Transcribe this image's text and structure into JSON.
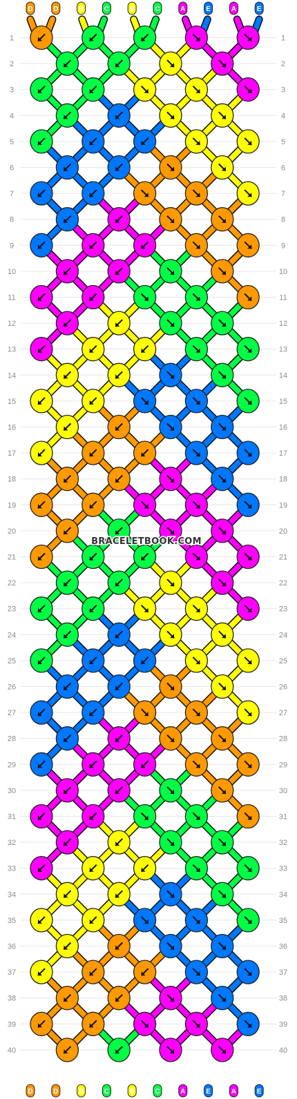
{
  "watermark": "BRACELETBOOK.COM",
  "palette": {
    "D": "#FF9900",
    "B": "#FFFF00",
    "C": "#00FF44",
    "A": "#FF00FF",
    "E": "#0077FF"
  },
  "strands": {
    "top_labels": [
      "D",
      "D",
      "B",
      "C",
      "B",
      "C",
      "A",
      "E",
      "A",
      "E"
    ],
    "bottom_labels": [
      "D",
      "D",
      "B",
      "C",
      "B",
      "C",
      "A",
      "E",
      "A",
      "E"
    ]
  },
  "row_numbers": [
    1,
    2,
    3,
    4,
    5,
    6,
    7,
    8,
    9,
    10,
    11,
    12,
    13,
    14,
    15,
    16,
    17,
    18,
    19,
    20,
    21,
    22,
    23,
    24,
    25,
    26,
    27,
    28,
    29,
    30,
    31,
    32,
    33,
    34,
    35,
    36,
    37,
    38,
    39,
    40
  ],
  "knot_rows": [
    [
      [
        "D",
        "L"
      ],
      [
        "C",
        "L"
      ],
      [
        "C",
        "L"
      ],
      [
        "A",
        "R"
      ],
      [
        "A",
        "R"
      ]
    ],
    [
      [
        "C",
        "L"
      ],
      [
        "C",
        "L"
      ],
      [
        "B",
        "R"
      ],
      [
        "A",
        "R"
      ]
    ],
    [
      [
        "C",
        "L"
      ],
      [
        "C",
        "L"
      ],
      [
        "B",
        "R"
      ],
      [
        "B",
        "R"
      ],
      [
        "A",
        "R"
      ]
    ],
    [
      [
        "C",
        "L"
      ],
      [
        "E",
        "L"
      ],
      [
        "B",
        "R"
      ],
      [
        "B",
        "R"
      ]
    ],
    [
      [
        "C",
        "L"
      ],
      [
        "E",
        "L"
      ],
      [
        "E",
        "L"
      ],
      [
        "B",
        "R"
      ],
      [
        "B",
        "R"
      ]
    ],
    [
      [
        "E",
        "L"
      ],
      [
        "E",
        "L"
      ],
      [
        "D",
        "R"
      ],
      [
        "B",
        "R"
      ]
    ],
    [
      [
        "E",
        "L"
      ],
      [
        "E",
        "L"
      ],
      [
        "D",
        "R"
      ],
      [
        "D",
        "R"
      ],
      [
        "B",
        "R"
      ]
    ],
    [
      [
        "E",
        "L"
      ],
      [
        "A",
        "L"
      ],
      [
        "D",
        "R"
      ],
      [
        "D",
        "R"
      ]
    ],
    [
      [
        "E",
        "L"
      ],
      [
        "A",
        "L"
      ],
      [
        "A",
        "L"
      ],
      [
        "D",
        "R"
      ],
      [
        "D",
        "R"
      ]
    ],
    [
      [
        "A",
        "L"
      ],
      [
        "A",
        "L"
      ],
      [
        "C",
        "R"
      ],
      [
        "D",
        "R"
      ]
    ],
    [
      [
        "A",
        "L"
      ],
      [
        "A",
        "L"
      ],
      [
        "C",
        "R"
      ],
      [
        "C",
        "R"
      ],
      [
        "D",
        "R"
      ]
    ],
    [
      [
        "A",
        "L"
      ],
      [
        "B",
        "L"
      ],
      [
        "C",
        "R"
      ],
      [
        "C",
        "R"
      ]
    ],
    [
      [
        "A",
        "L"
      ],
      [
        "B",
        "L"
      ],
      [
        "B",
        "L"
      ],
      [
        "C",
        "R"
      ],
      [
        "C",
        "R"
      ]
    ],
    [
      [
        "B",
        "L"
      ],
      [
        "B",
        "L"
      ],
      [
        "E",
        "R"
      ],
      [
        "C",
        "R"
      ]
    ],
    [
      [
        "B",
        "L"
      ],
      [
        "B",
        "L"
      ],
      [
        "E",
        "R"
      ],
      [
        "E",
        "R"
      ],
      [
        "C",
        "R"
      ]
    ],
    [
      [
        "B",
        "L"
      ],
      [
        "D",
        "L"
      ],
      [
        "E",
        "R"
      ],
      [
        "E",
        "R"
      ]
    ],
    [
      [
        "B",
        "L"
      ],
      [
        "D",
        "L"
      ],
      [
        "D",
        "L"
      ],
      [
        "E",
        "R"
      ],
      [
        "E",
        "R"
      ]
    ],
    [
      [
        "D",
        "L"
      ],
      [
        "D",
        "L"
      ],
      [
        "A",
        "R"
      ],
      [
        "E",
        "R"
      ]
    ],
    [
      [
        "D",
        "L"
      ],
      [
        "D",
        "L"
      ],
      [
        "A",
        "R"
      ],
      [
        "A",
        "R"
      ],
      [
        "E",
        "R"
      ]
    ],
    [
      [
        "D",
        "L"
      ],
      [
        "C",
        "L"
      ],
      [
        "A",
        "R"
      ],
      [
        "A",
        "R"
      ]
    ],
    [
      [
        "D",
        "L"
      ],
      [
        "C",
        "L"
      ],
      [
        "C",
        "L"
      ],
      [
        "A",
        "R"
      ],
      [
        "A",
        "R"
      ]
    ],
    [
      [
        "C",
        "L"
      ],
      [
        "C",
        "L"
      ],
      [
        "B",
        "R"
      ],
      [
        "A",
        "R"
      ]
    ],
    [
      [
        "C",
        "L"
      ],
      [
        "C",
        "L"
      ],
      [
        "B",
        "R"
      ],
      [
        "B",
        "R"
      ],
      [
        "A",
        "R"
      ]
    ],
    [
      [
        "C",
        "L"
      ],
      [
        "E",
        "L"
      ],
      [
        "B",
        "R"
      ],
      [
        "B",
        "R"
      ]
    ],
    [
      [
        "C",
        "L"
      ],
      [
        "E",
        "L"
      ],
      [
        "E",
        "L"
      ],
      [
        "B",
        "R"
      ],
      [
        "B",
        "R"
      ]
    ],
    [
      [
        "E",
        "L"
      ],
      [
        "E",
        "L"
      ],
      [
        "D",
        "R"
      ],
      [
        "B",
        "R"
      ]
    ],
    [
      [
        "E",
        "L"
      ],
      [
        "E",
        "L"
      ],
      [
        "D",
        "R"
      ],
      [
        "D",
        "R"
      ],
      [
        "B",
        "R"
      ]
    ],
    [
      [
        "E",
        "L"
      ],
      [
        "A",
        "L"
      ],
      [
        "D",
        "R"
      ],
      [
        "D",
        "R"
      ]
    ],
    [
      [
        "E",
        "L"
      ],
      [
        "A",
        "L"
      ],
      [
        "A",
        "L"
      ],
      [
        "D",
        "R"
      ],
      [
        "D",
        "R"
      ]
    ],
    [
      [
        "A",
        "L"
      ],
      [
        "A",
        "L"
      ],
      [
        "C",
        "R"
      ],
      [
        "D",
        "R"
      ]
    ],
    [
      [
        "A",
        "L"
      ],
      [
        "A",
        "L"
      ],
      [
        "C",
        "R"
      ],
      [
        "C",
        "R"
      ],
      [
        "D",
        "R"
      ]
    ],
    [
      [
        "A",
        "L"
      ],
      [
        "B",
        "L"
      ],
      [
        "C",
        "R"
      ],
      [
        "C",
        "R"
      ]
    ],
    [
      [
        "A",
        "L"
      ],
      [
        "B",
        "L"
      ],
      [
        "B",
        "L"
      ],
      [
        "C",
        "R"
      ],
      [
        "C",
        "R"
      ]
    ],
    [
      [
        "B",
        "L"
      ],
      [
        "B",
        "L"
      ],
      [
        "E",
        "R"
      ],
      [
        "C",
        "R"
      ]
    ],
    [
      [
        "B",
        "L"
      ],
      [
        "B",
        "L"
      ],
      [
        "E",
        "R"
      ],
      [
        "E",
        "R"
      ],
      [
        "C",
        "R"
      ]
    ],
    [
      [
        "B",
        "L"
      ],
      [
        "D",
        "L"
      ],
      [
        "E",
        "R"
      ],
      [
        "E",
        "R"
      ]
    ],
    [
      [
        "B",
        "L"
      ],
      [
        "D",
        "L"
      ],
      [
        "D",
        "L"
      ],
      [
        "E",
        "R"
      ],
      [
        "E",
        "R"
      ]
    ],
    [
      [
        "D",
        "L"
      ],
      [
        "D",
        "L"
      ],
      [
        "A",
        "R"
      ],
      [
        "E",
        "R"
      ]
    ],
    [
      [
        "D",
        "L"
      ],
      [
        "D",
        "L"
      ],
      [
        "A",
        "R"
      ],
      [
        "A",
        "R"
      ],
      [
        "E",
        "R"
      ]
    ],
    [
      [
        "D",
        "L"
      ],
      [
        "C",
        "L"
      ],
      [
        "A",
        "R"
      ],
      [
        "A",
        "R"
      ]
    ]
  ]
}
